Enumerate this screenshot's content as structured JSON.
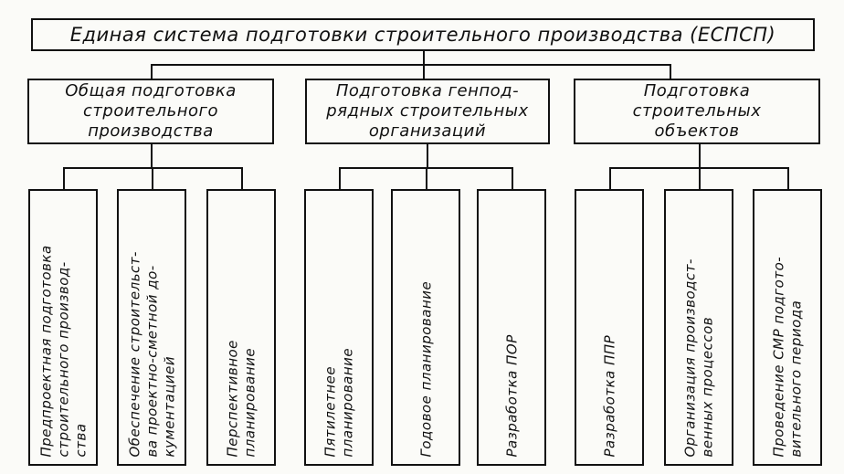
{
  "root": {
    "label": "Единая система подготовки строительного производства (ЕСПСП)"
  },
  "groups": [
    {
      "label": "Общая подготовка\nстроительного\nпроизводства",
      "children": [
        "Предпроектная подготовка\nстроительного производ-\nства",
        "Обеспечение строительст-\nва проектно-сметной до-\nкументацией",
        "Перспективное\nпланирование"
      ]
    },
    {
      "label": "Подготовка генпод-\nрядных строительных\nорганизаций",
      "children": [
        "Пятилетнее\nпланирование",
        "Годовое планирование",
        "Разработка ПОР"
      ]
    },
    {
      "label": "Подготовка\nстроительных\nобъектов",
      "children": [
        "Разработка ППР",
        "Организация производст-\nвенных процессов",
        "Проведение СМР подгото-\nвительного периода"
      ]
    }
  ]
}
